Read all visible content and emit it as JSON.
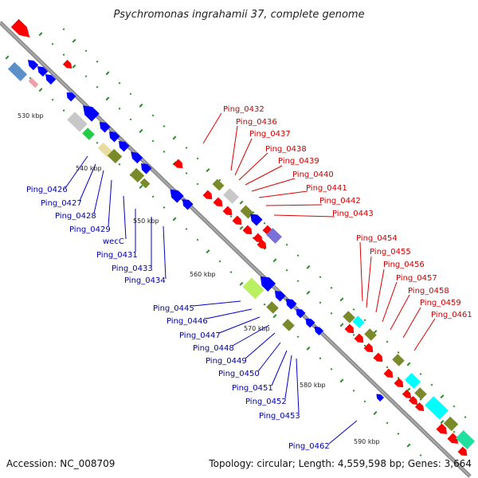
{
  "title": "Psychromonas ingrahamii 37, complete genome",
  "footer": {
    "accession": "Accession: NC_008709",
    "topology": "Topology: circular; Length: 4,559,598 bp; Genes: 3,664"
  },
  "ticks": [
    "530 kbp",
    "540 kbp",
    "550 kbp",
    "560 kbp",
    "570 kbp",
    "580 kbp",
    "590 kbp"
  ],
  "labels_red": [
    "Ping_0432",
    "Ping_0436",
    "Ping_0437",
    "Ping_0438",
    "Ping_0439",
    "Ping_0440",
    "Ping_0441",
    "Ping_0442",
    "Ping_0443",
    "Ping_0454",
    "Ping_0455",
    "Ping_0456",
    "Ping_0457",
    "Ping_0458",
    "Ping_0459",
    "Ping_0461"
  ],
  "labels_blue": [
    "Ping_0426",
    "Ping_0427",
    "Ping_0428",
    "Ping_0429",
    "wecC",
    "Ping_0431",
    "Ping_0433",
    "Ping_0434",
    "Ping_0445",
    "Ping_0446",
    "Ping_0447",
    "Ping_0448",
    "Ping_0449",
    "Ping_0450",
    "Ping_0451",
    "Ping_0452",
    "Ping_0453",
    "Ping_0462"
  ],
  "colors": {
    "forward": "#ff0000",
    "reverse": "#0000ff",
    "backbone": "#888888",
    "olive": "#7a8a2a",
    "gray": "#c8c8c8",
    "cyan": "#00ffff",
    "green": "#22cc44",
    "lime": "#b8f060",
    "steel": "#5a8fc8",
    "violet": "#7a70d8",
    "tan": "#e8dca0",
    "pink": "#f0a0a8",
    "teal": "#20e0a0",
    "dot": "#2a8a2a"
  }
}
